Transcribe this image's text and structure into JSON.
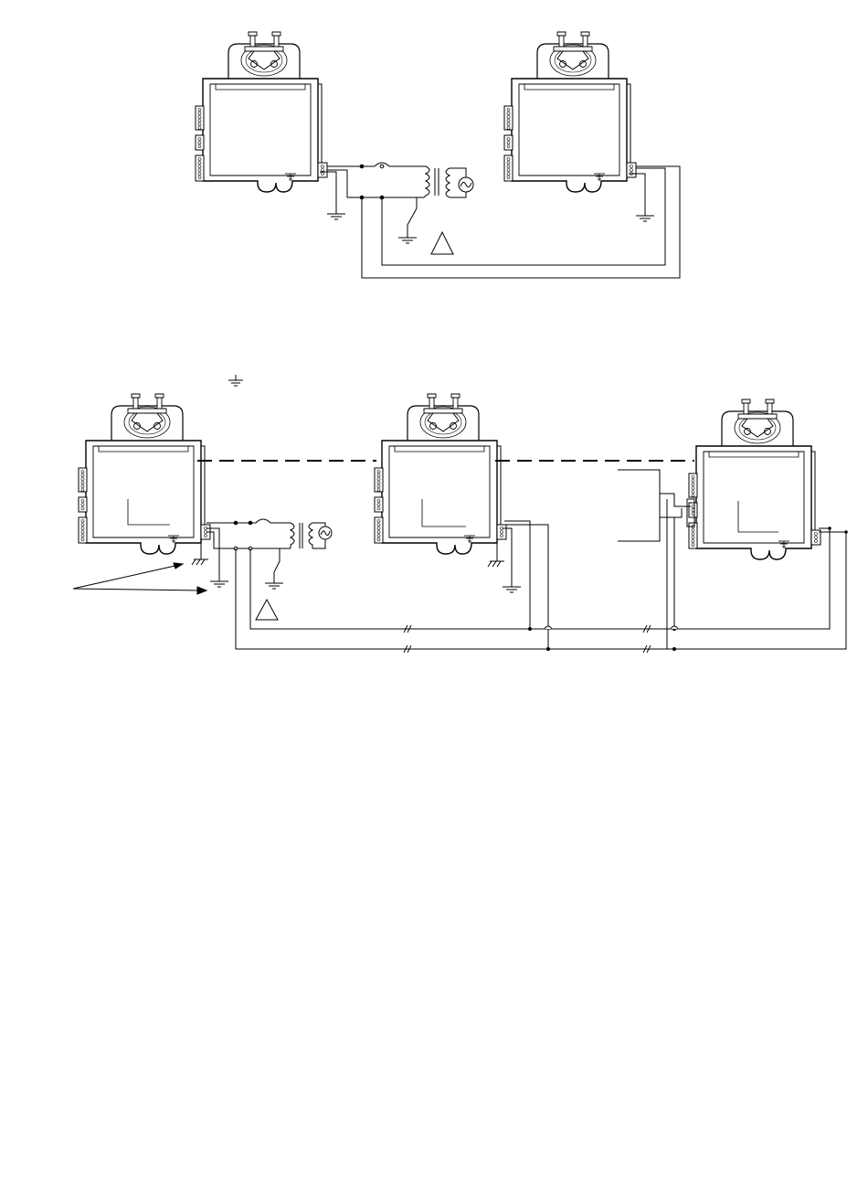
{
  "diagram": {
    "colors": {
      "line": "#000000",
      "background": "#ffffff"
    },
    "upper_diagram": {
      "controllers": [
        {
          "id": "controller-a",
          "ground_symbol": "ground-icon"
        },
        {
          "id": "controller-b",
          "ground_symbol": "ground-icon"
        }
      ],
      "power_supply": {
        "fuse": "fuse-icon",
        "transformer": "transformer-icon",
        "source": "ac-source-icon"
      },
      "warning_symbol": "warning-triangle-icon"
    },
    "lower_diagram": {
      "controllers": [
        {
          "id": "controller-c",
          "ground_symbol": "ground-icon"
        },
        {
          "id": "controller-d",
          "ground_symbol": "ground-icon"
        },
        {
          "id": "controller-e",
          "ground_symbol": "ground-icon"
        }
      ],
      "power_supply": {
        "fuse": "fuse-icon",
        "transformer": "transformer-icon",
        "source": "ac-source-icon"
      },
      "warning_symbol": "warning-triangle-icon",
      "legend_symbol": "ground-icon",
      "break_marks": "wire-break-icon"
    }
  }
}
